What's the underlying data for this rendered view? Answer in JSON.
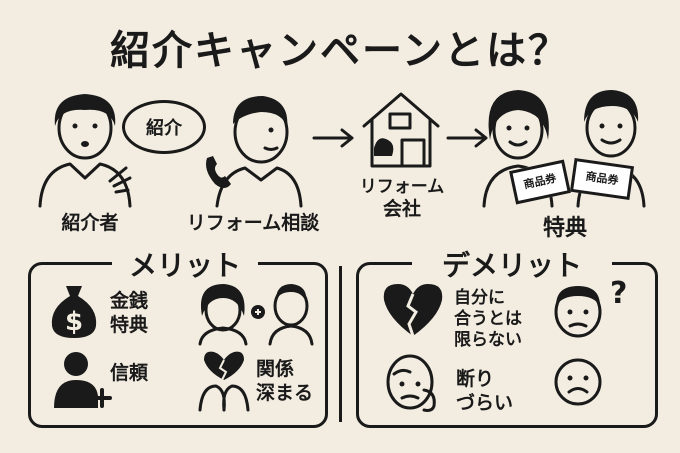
{
  "title": "紹介キャンペーンとは？",
  "flow": {
    "introducer_speech": "紹介",
    "introducer_label": "紹介者",
    "consultation_label": "リフォーム相談",
    "company_label_line1": "リフォーム",
    "company_label_line2": "会社",
    "benefit_label": "特典",
    "card_text_1": "商品券",
    "card_text_2": "商品券"
  },
  "merits": {
    "title": "メリット",
    "items": [
      {
        "line1": "金銭",
        "line2": "特典",
        "icon": "money-bag-icon"
      },
      {
        "line1": "",
        "line2": "",
        "icon": "two-people-plus-icon"
      },
      {
        "line1": "信頼",
        "line2": "",
        "icon": "person-plus-icon"
      },
      {
        "line1": "関係",
        "line2": "深まる",
        "icon": "heart-people-icon"
      }
    ]
  },
  "demerits": {
    "title": "デメリット",
    "items": [
      {
        "line1": "自分に",
        "line2": "合うとは",
        "line3": "限らない",
        "icon": "broken-heart-icon"
      },
      {
        "line1": "断り",
        "line2": "づらい",
        "icon": "worried-face-icon"
      }
    ],
    "question_mark": "?"
  }
}
